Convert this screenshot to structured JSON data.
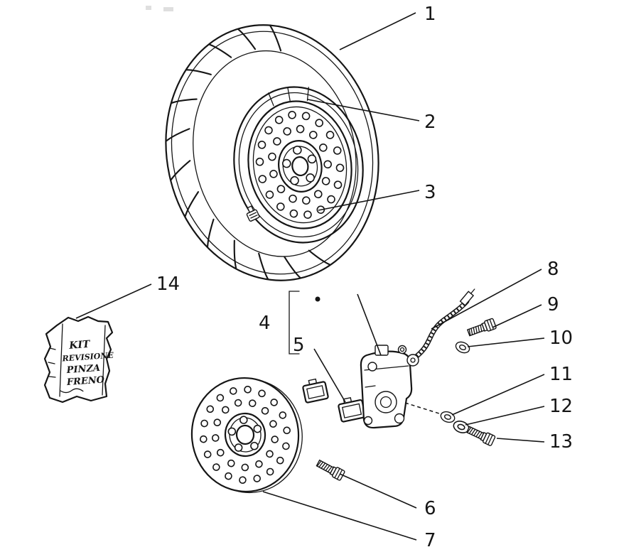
{
  "diagram": {
    "background": "#ffffff",
    "ink": "#151515",
    "callouts": {
      "c1": "1",
      "c2": "2",
      "c3": "3",
      "c4": "4",
      "c5": "5",
      "c6": "6",
      "c7": "7",
      "c8": "8",
      "c9": "9",
      "c10": "10",
      "c11": "11",
      "c12": "12",
      "c13": "13",
      "c14": "14"
    },
    "kit_bag": {
      "line1": "KIT",
      "line2": "REVISIONE",
      "line3": "PINZA",
      "line4": "FRENO"
    }
  }
}
